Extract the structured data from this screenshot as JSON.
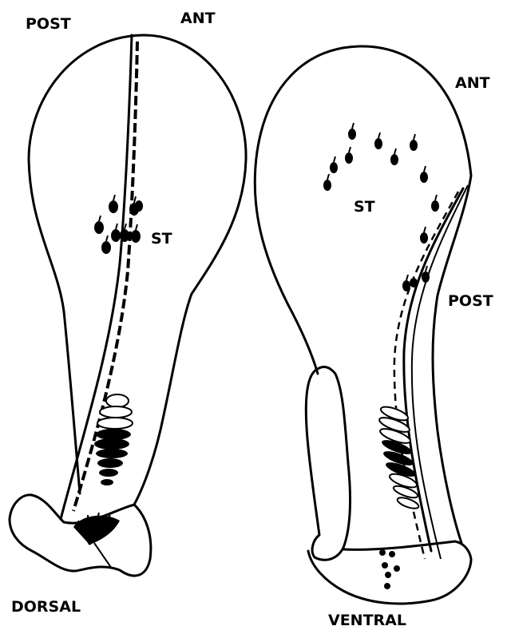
{
  "dorsal_panel": {
    "label_top_left": "POST",
    "label_top_right": "ANT",
    "label_center": "ST",
    "label_bottom": "DORSAL"
  },
  "ventral_panel": {
    "label_top_right": "ANT",
    "label_center": "ST",
    "label_right": "POST",
    "label_bottom": "VENTRAL"
  }
}
